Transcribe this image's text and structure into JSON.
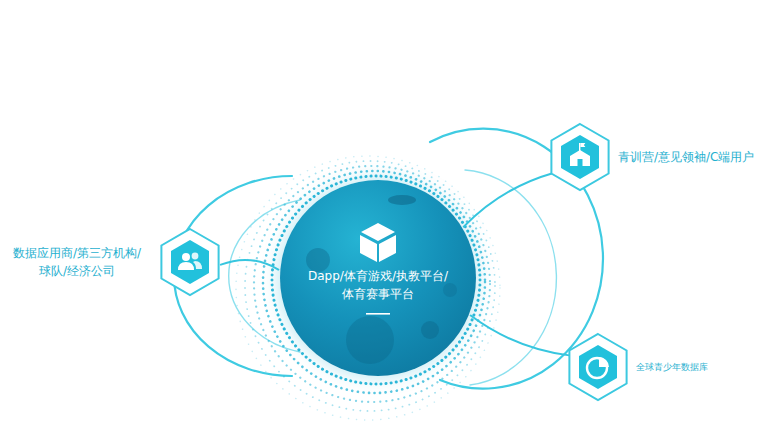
{
  "diagram": {
    "nodes": [
      {
        "text": [
          "Dapp/体育游戏/执教平台/ 体育赛事平台"
        ]
      },
      {
        "text": [
          "数据应用商/第三方机构/ 球队/经济公司"
        ]
      },
      {
        "text": [
          "青训营/意见领袖/C端用户"
        ]
      },
      {
        "text": [
          "全球青少年数据库"
        ]
      }
    ],
    "edges": [
      {
        "from": 0,
        "to": 1,
        "arrow": "none"
      },
      {
        "from": 0,
        "to": 2,
        "arrow": "none"
      },
      {
        "from": 0,
        "to": 3,
        "arrow": "none"
      }
    ]
  }
}
